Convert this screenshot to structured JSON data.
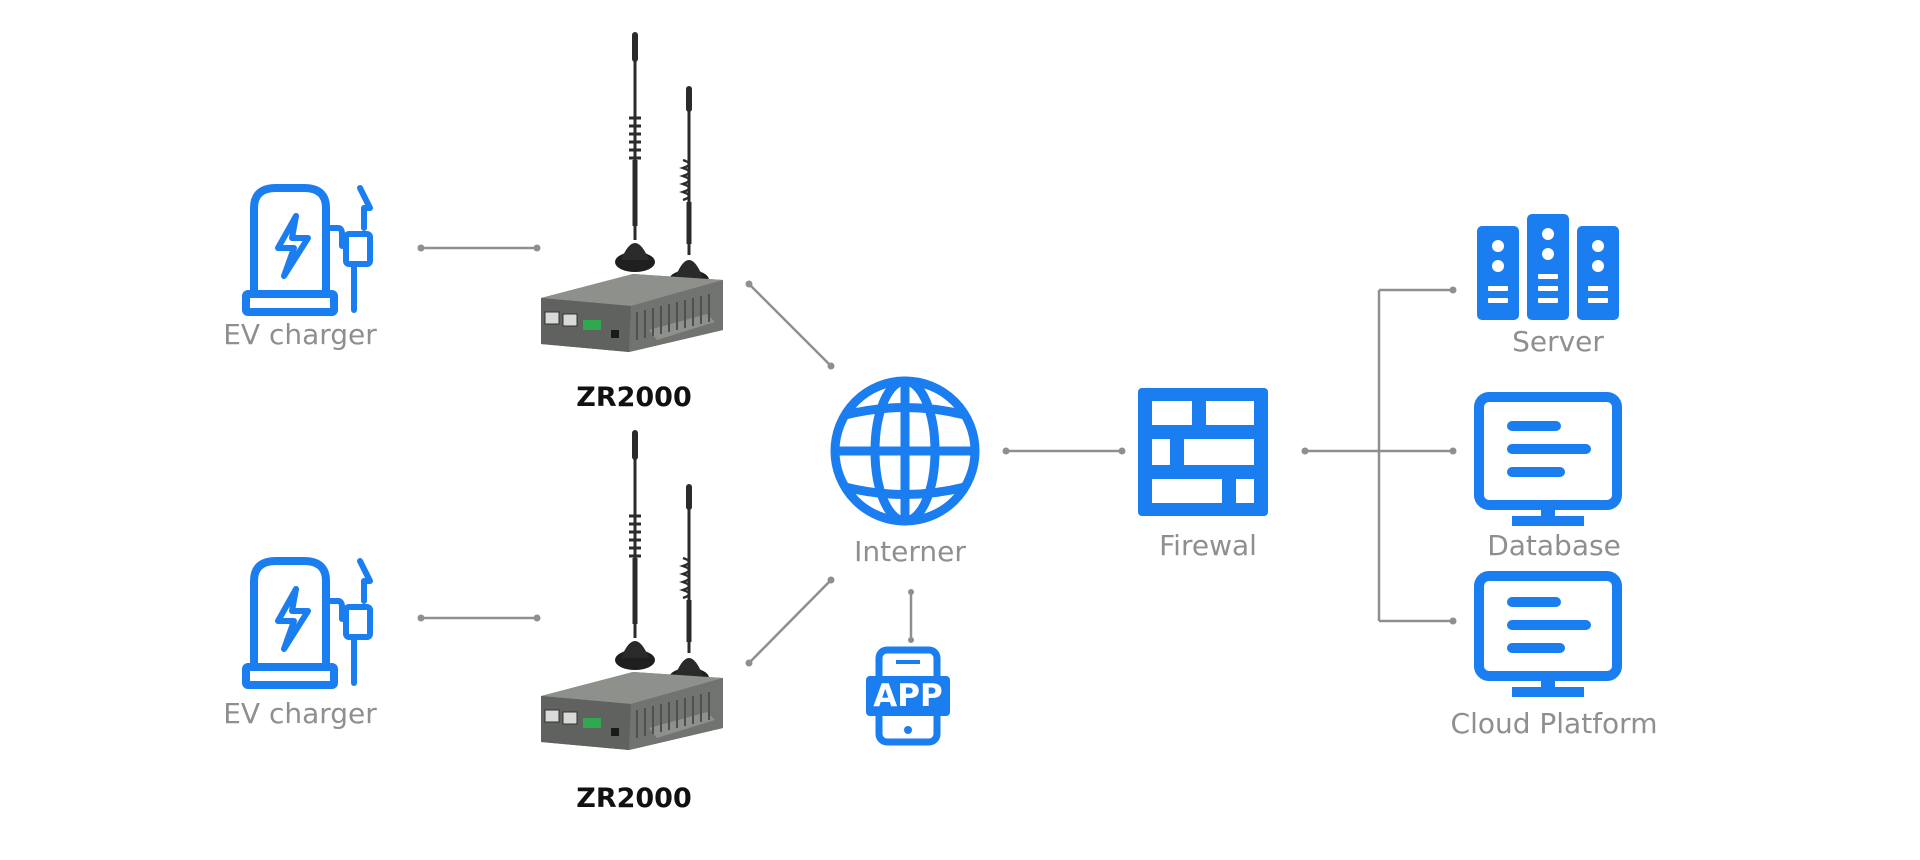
{
  "colors": {
    "accent": "#1a7df0",
    "connector": "#8f8f8f",
    "label": "#8f8f8f",
    "model_label": "#111111",
    "device_body": "#6f726e"
  },
  "devices": {
    "ev_charger_top": {
      "label": "EV charger",
      "icon": "ev-charger-icon"
    },
    "ev_charger_bottom": {
      "label": "EV charger",
      "icon": "ev-charger-icon"
    },
    "router_top": {
      "label": "ZR2000",
      "icon": "router-device"
    },
    "router_bottom": {
      "label": "ZR2000",
      "icon": "router-device"
    },
    "internet": {
      "label": "Interner",
      "icon": "globe-icon"
    },
    "app": {
      "label": "APP",
      "icon": "mobile-phone-icon"
    },
    "firewall": {
      "label": "Firewal",
      "icon": "firewall-icon"
    },
    "server": {
      "label": "Server",
      "icon": "server-rack-icon"
    },
    "database": {
      "label": "Database",
      "icon": "monitor-icon"
    },
    "cloud_platform": {
      "label": "Cloud Platform",
      "icon": "monitor-icon"
    }
  }
}
